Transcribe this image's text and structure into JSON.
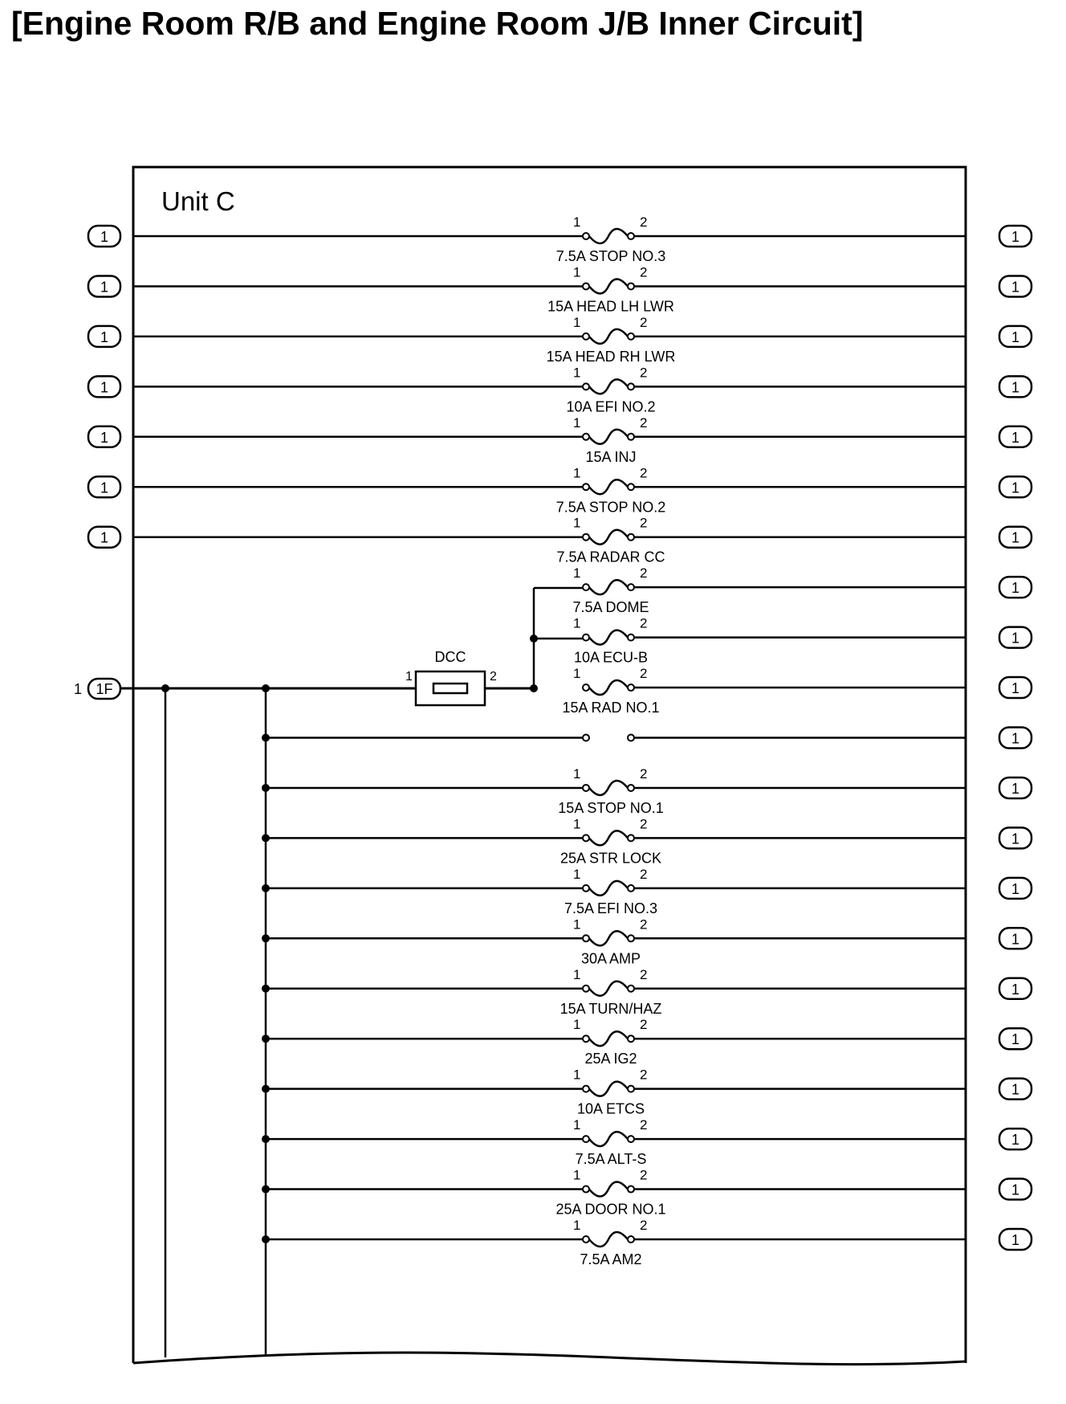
{
  "title": "[Engine Room R/B and Engine Room J/B Inner Circuit]",
  "unit_label": "Unit C",
  "terminal_mark": "1",
  "pin_1": "1",
  "pin_2": "2",
  "input_connector": {
    "pin": "1",
    "label": "1F"
  },
  "dcc": {
    "label": "DCC",
    "pin_1": "1",
    "pin_2": "2"
  },
  "fuses": [
    {
      "label": "7.5A STOP NO.3",
      "open": false
    },
    {
      "label": "15A HEAD LH LWR",
      "open": false
    },
    {
      "label": "15A HEAD RH LWR",
      "open": false
    },
    {
      "label": "10A EFI NO.2",
      "open": false
    },
    {
      "label": "15A INJ",
      "open": false
    },
    {
      "label": "7.5A STOP NO.2",
      "open": false
    },
    {
      "label": "7.5A RADAR CC",
      "open": false
    },
    {
      "label": "7.5A DOME",
      "open": false
    },
    {
      "label": "10A ECU-B",
      "open": false
    },
    {
      "label": "15A RAD NO.1",
      "open": false
    },
    {
      "label": "",
      "open": true
    },
    {
      "label": "15A STOP NO.1",
      "open": false
    },
    {
      "label": "25A STR LOCK",
      "open": false
    },
    {
      "label": "7.5A EFI NO.3",
      "open": false
    },
    {
      "label": "30A AMP",
      "open": false
    },
    {
      "label": "15A TURN/HAZ",
      "open": false
    },
    {
      "label": "25A IG2",
      "open": false
    },
    {
      "label": "10A ETCS",
      "open": false
    },
    {
      "label": "7.5A ALT-S",
      "open": false
    },
    {
      "label": "25A DOOR NO.1",
      "open": false
    },
    {
      "label": "7.5A AM2",
      "open": false
    }
  ]
}
